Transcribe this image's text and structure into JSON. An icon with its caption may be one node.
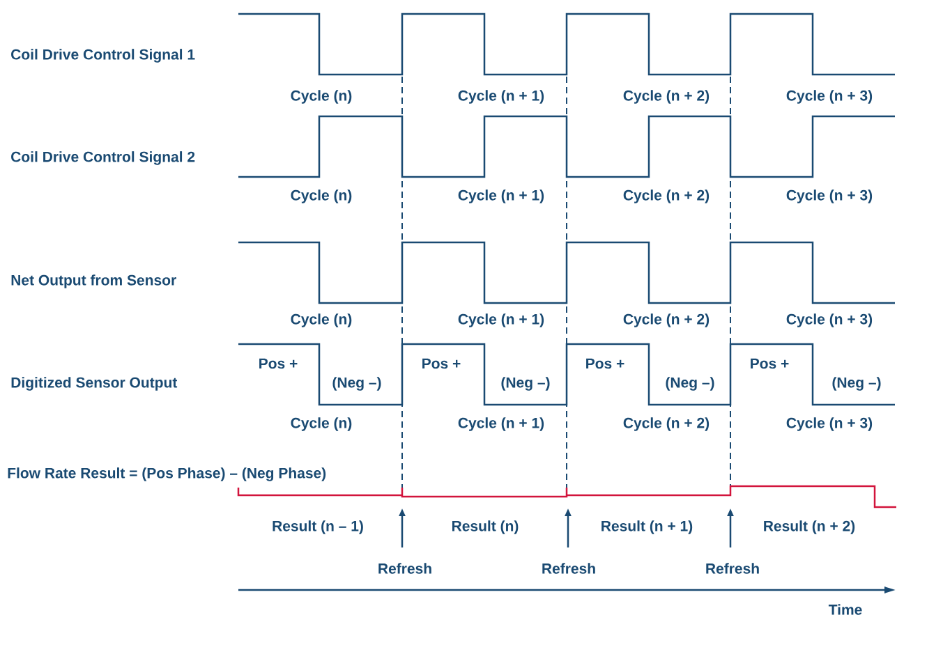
{
  "diagram": {
    "labels": [
      "Coil Drive Control Signal 1",
      "Cycle (n)",
      "Cycle (n + 1)",
      "Cycle (n + 2)",
      "Cycle (n + 3)",
      "Coil Drive Control Signal 2",
      "Cycle (n)",
      "Cycle (n + 1)",
      "Cycle (n + 2)",
      "Cycle (n + 3)",
      "Net Output from Sensor",
      "Cycle (n)",
      "Cycle (n + 1)",
      "Cycle (n + 2)",
      "Cycle (n + 3)",
      "Pos +",
      "Pos +",
      "Pos +",
      "Pos +",
      "Digitized Sensor Output",
      "(Neg –)",
      "(Neg –)",
      "(Neg –)",
      "(Neg –)",
      "Cycle (n)",
      "Cycle (n + 1)",
      "Cycle (n + 2)",
      "Cycle (n + 3)",
      "Flow Rate Result = (Pos Phase) – (Neg Phase)",
      "Result (n – 1)",
      "Result (n)",
      "Result (n + 1)",
      "Result (n + 2)",
      "Refresh",
      "Refresh",
      "Refresh",
      "Time"
    ]
  }
}
